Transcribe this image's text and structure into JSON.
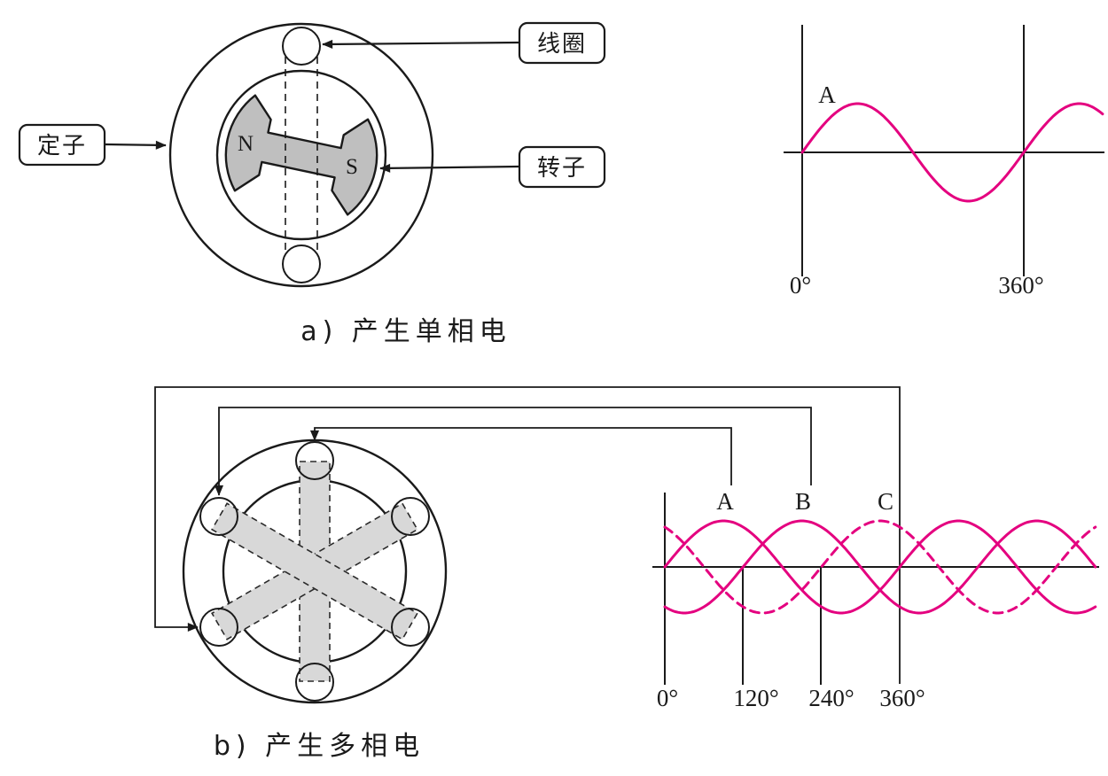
{
  "captions": {
    "a": "a) 产生单相电",
    "b": "b) 产生多相电"
  },
  "callouts": {
    "stator": "定子",
    "coil": "线圈",
    "rotor": "转子"
  },
  "rotor_poles": {
    "n": "N",
    "s": "S"
  },
  "colors": {
    "wave": "#E4007F",
    "stator_ring_fill": "#A6A6A6",
    "coil_fill_a": "#ACACAC",
    "coil_fill_b": "#E2E2E2",
    "rotor_fill": "#BFBFBF",
    "bar_fill": "#D8D8D8"
  },
  "chart_data": [
    {
      "type": "line",
      "x_ticks": [
        "0°",
        "360°"
      ],
      "x_range_deg": [
        0,
        488
      ],
      "series": [
        {
          "name": "A",
          "phase_shift_deg": 0,
          "amplitude": 1,
          "style": "solid"
        }
      ]
    },
    {
      "type": "line",
      "x_ticks": [
        "0°",
        "120°",
        "240°",
        "360°"
      ],
      "x_range_deg": [
        0,
        660
      ],
      "series": [
        {
          "name": "A",
          "phase_shift_deg": 0,
          "amplitude": 1,
          "style": "solid"
        },
        {
          "name": "B",
          "phase_shift_deg": -120,
          "amplitude": 1,
          "style": "solid"
        },
        {
          "name": "C",
          "phase_shift_deg": -240,
          "amplitude": 1,
          "style": "dashed"
        }
      ]
    }
  ]
}
